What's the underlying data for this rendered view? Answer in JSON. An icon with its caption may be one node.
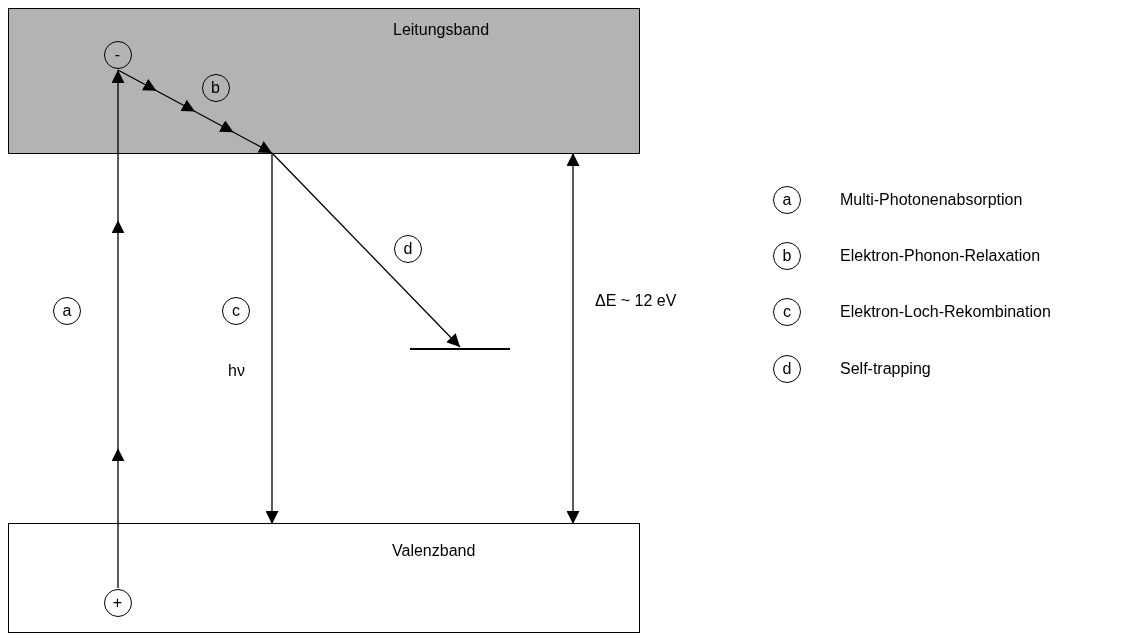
{
  "diagram": {
    "nodes": [
      {
        "text": [
          "Leitungsband"
        ]
      },
      {
        "text": [
          "Valenzband"
        ]
      },
      {
        "text": [
          "-"
        ],
        "in": 0
      },
      {
        "text": [
          "+"
        ],
        "in": 1
      },
      {
        "text": [
          "a"
        ]
      },
      {
        "text": [
          "b"
        ],
        "in": 0
      },
      {
        "text": [
          "c"
        ]
      },
      {
        "text": [
          "d"
        ]
      },
      {
        "text": [],
        "shape": "bar"
      },
      {
        "text": [
          "a"
        ],
        "beside": [
          "Multi-Photonenabsorption"
        ]
      },
      {
        "text": [
          "b"
        ],
        "beside": [
          "Elektron-Phonon-Relaxation"
        ]
      },
      {
        "text": [
          "c"
        ],
        "beside": [
          "Elektron-Loch-Rekombination"
        ]
      },
      {
        "text": [
          "d"
        ],
        "beside": [
          "Self-trapping"
        ]
      }
    ],
    "edges": [
      {
        "from": 3,
        "to": 2,
        "arrow": "to"
      },
      {
        "from": 2,
        "to": 0,
        "arrow": "to"
      },
      {
        "from": 0,
        "to": 1,
        "arrow": "to",
        "label": "hν"
      },
      {
        "from": 0,
        "to": 8,
        "arrow": "to"
      },
      {
        "from": 0,
        "to": 1,
        "arrow": "both",
        "label": "ΔE ~ 12 eV"
      }
    ]
  }
}
